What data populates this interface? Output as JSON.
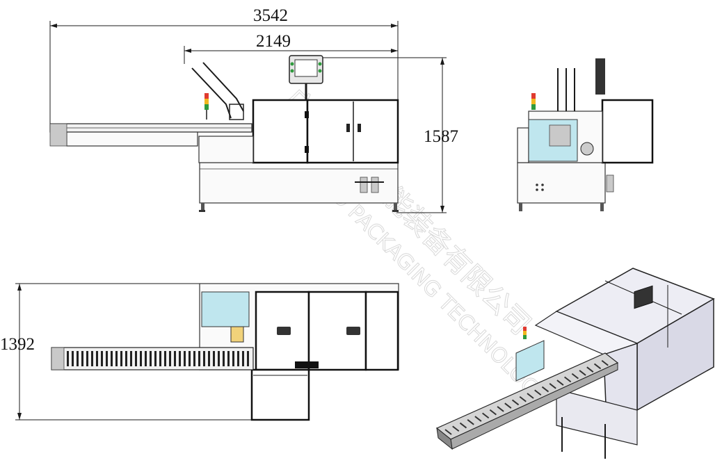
{
  "dimensions": {
    "overall_length": "3542",
    "main_body_length": "2149",
    "height": "1587",
    "width": "1392"
  },
  "watermark": {
    "chinese": "广东汇超智能装备有限公司",
    "english": "HUICHAO PACKAGING TECHNOLOGY"
  },
  "colors": {
    "line": "#1a1a1a",
    "accent_cyan": "#bfe6ee",
    "iso_top": "#ededf4",
    "iso_side": "#d9d9e6",
    "conveyor_gray": "#cfcfcf",
    "signal_red": "#e03a2f",
    "signal_amber": "#f1b81f",
    "signal_green": "#2f9a3e"
  }
}
